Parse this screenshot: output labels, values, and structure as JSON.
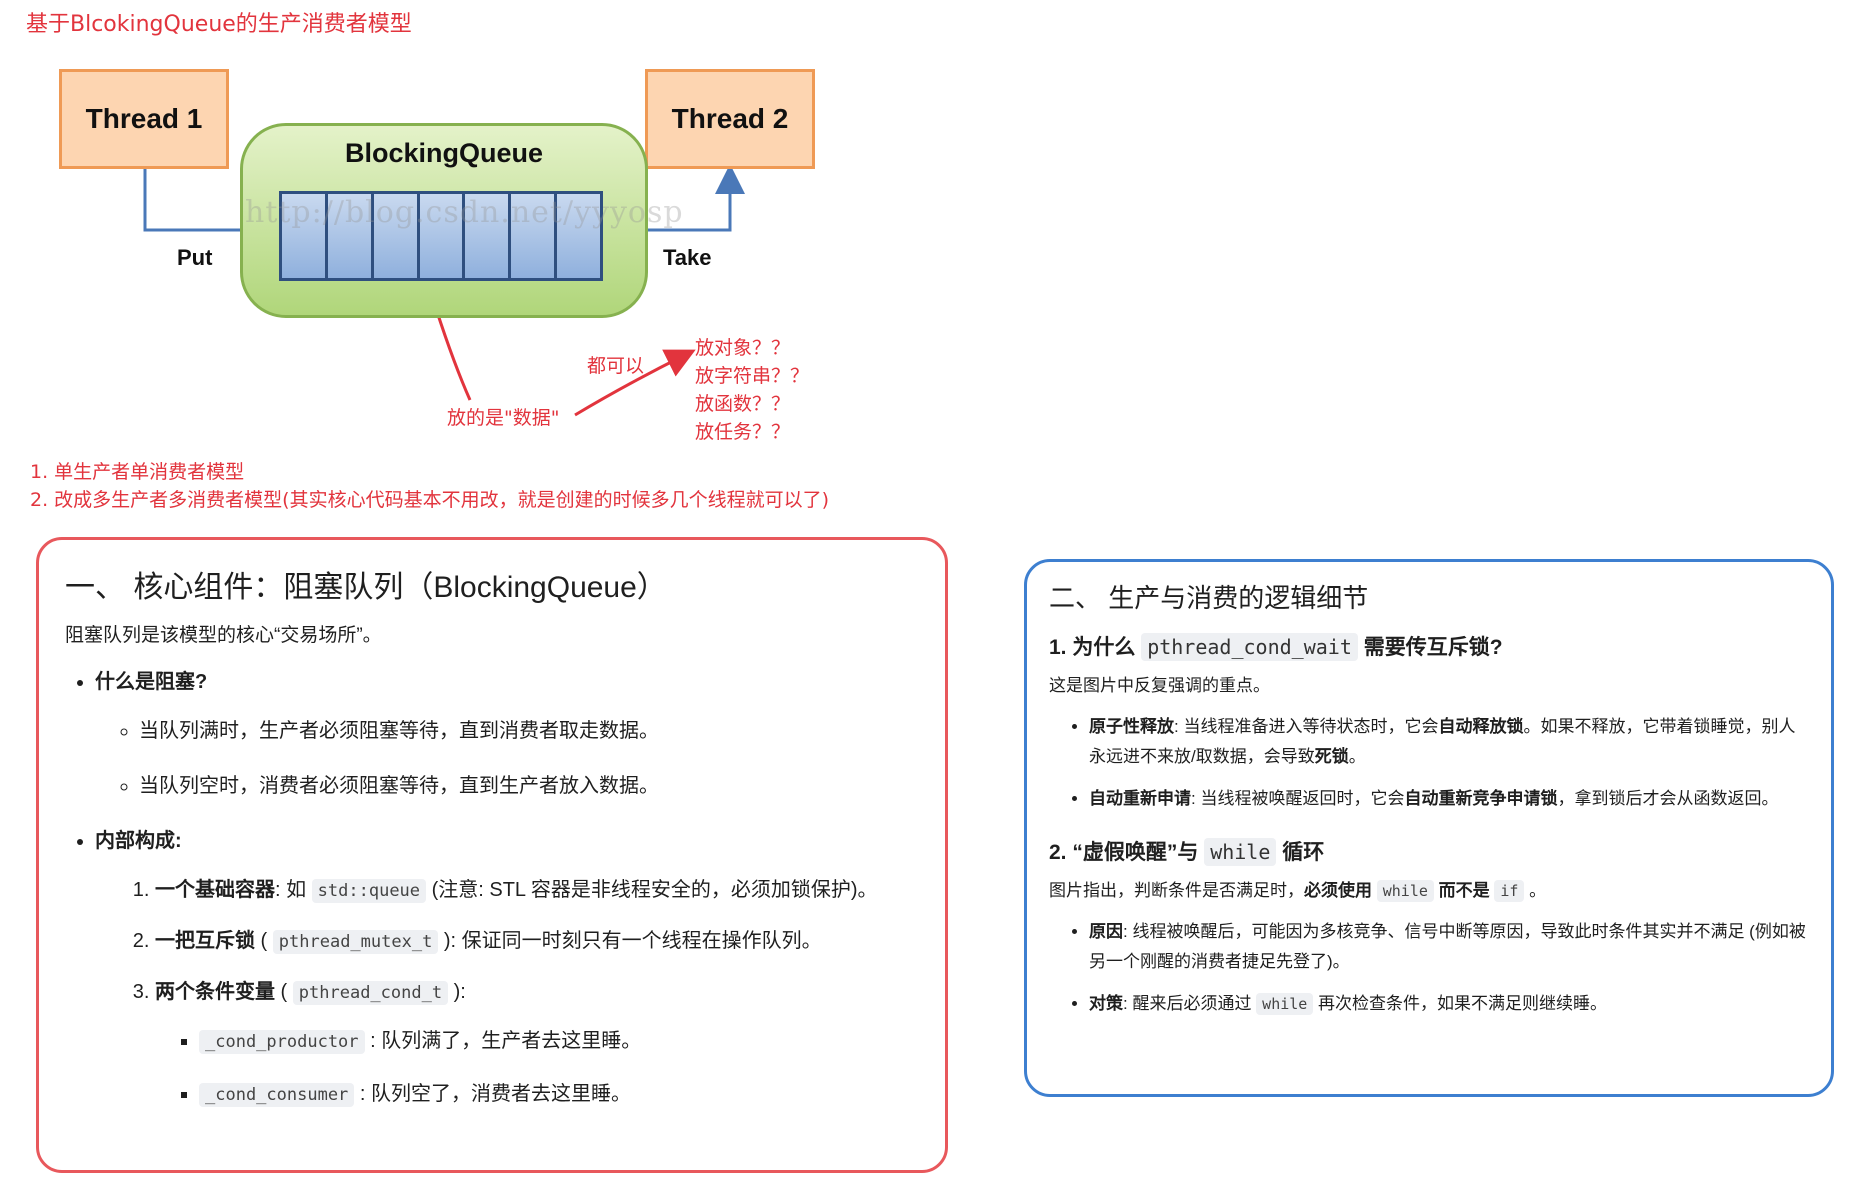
{
  "title": "基于BlcokingQueue的生产消费者模型",
  "diagram": {
    "thread1": "Thread 1",
    "thread2": "Thread 2",
    "queue_title": "BlockingQueue",
    "put": "Put",
    "take": "Take",
    "watermark": "http://blog.csdn.net/yyyosp"
  },
  "annotations": {
    "data_label": "放的是\"数据\"",
    "any_label": "都可以",
    "options": [
      "放对象？？",
      "放字符串？？",
      "放函数？？",
      "放任务？？"
    ]
  },
  "notes": [
    "1. 单生产者单消费者模型",
    "2. 改成多生产者多消费者模型(其实核心代码基本不用改，就是创建的时候多几个线程就可以了)"
  ],
  "left_panel": {
    "heading": "一、 核心组件：阻塞队列（BlockingQueue）",
    "intro": "阻塞队列是该模型的核心“交易场所”。",
    "what_is_blocking": {
      "label": "什么是阻塞?",
      "items": [
        "当队列满时，生产者必须阻塞等待，直到消费者取走数据。",
        "当队列空时，消费者必须阻塞等待，直到生产者放入数据。"
      ]
    },
    "internal": {
      "label": "内部构成:",
      "item1": {
        "bold": "一个基础容器",
        "pre": ": 如 ",
        "code": "std::queue",
        "post": " (注意: STL 容器是非线程安全的，必须加锁保护)。"
      },
      "item2": {
        "bold": "一把互斥锁",
        "pre": " ( ",
        "code": "pthread_mutex_t",
        "post": " ): 保证同一时刻只有一个线程在操作队列。"
      },
      "item3": {
        "bold": "两个条件变量",
        "pre": " ( ",
        "code": "pthread_cond_t",
        "post": " ):"
      },
      "conds": [
        {
          "code": "_cond_productor",
          "text": " : 队列满了，生产者去这里睡。"
        },
        {
          "code": "_cond_consumer",
          "text": " : 队列空了，消费者去这里睡。"
        }
      ]
    }
  },
  "right_panel": {
    "heading": "二、 生产与消费的逻辑细节",
    "q1": {
      "pre": "1. 为什么 ",
      "code": "pthread_cond_wait",
      "post": " 需要传互斥锁?",
      "sub": "这是图片中反复强调的重点。",
      "b1": {
        "bold": "原子性释放",
        "t1": ": 当线程准备进入等待状态时，它会",
        "bold2": "自动释放锁",
        "t2": "。如果不释放，它带着锁睡觉，别人永远进不来放/取数据，会导致",
        "bold3": "死锁",
        "t3": "。"
      },
      "b2": {
        "bold": "自动重新申请",
        "t1": ": 当线程被唤醒返回时，它会",
        "bold2": "自动重新竞争申请锁",
        "t2": "，拿到锁后才会从函数返回。"
      }
    },
    "q2": {
      "pre": "2. “虚假唤醒”与 ",
      "code": "while",
      "post": " 循环",
      "sub_pre": "图片指出，判断条件是否满足时，",
      "sub_bold": "必须使用 ",
      "sub_code1": "while",
      "sub_bold2": " 而不是 ",
      "sub_code2": "if",
      "sub_post": " 。",
      "b1": {
        "bold": "原因",
        "t1": ": 线程被唤醒后，可能因为多核竞争、信号中断等原因，导致此时条件其实并不满足 (例如被另一个刚醒的消费者捷足先登了)。"
      },
      "b2": {
        "bold": "对策",
        "t1": ": 醒来后必须通过 ",
        "code": "while",
        "t2": " 再次检查条件，如果不满足则继续睡。"
      }
    }
  }
}
